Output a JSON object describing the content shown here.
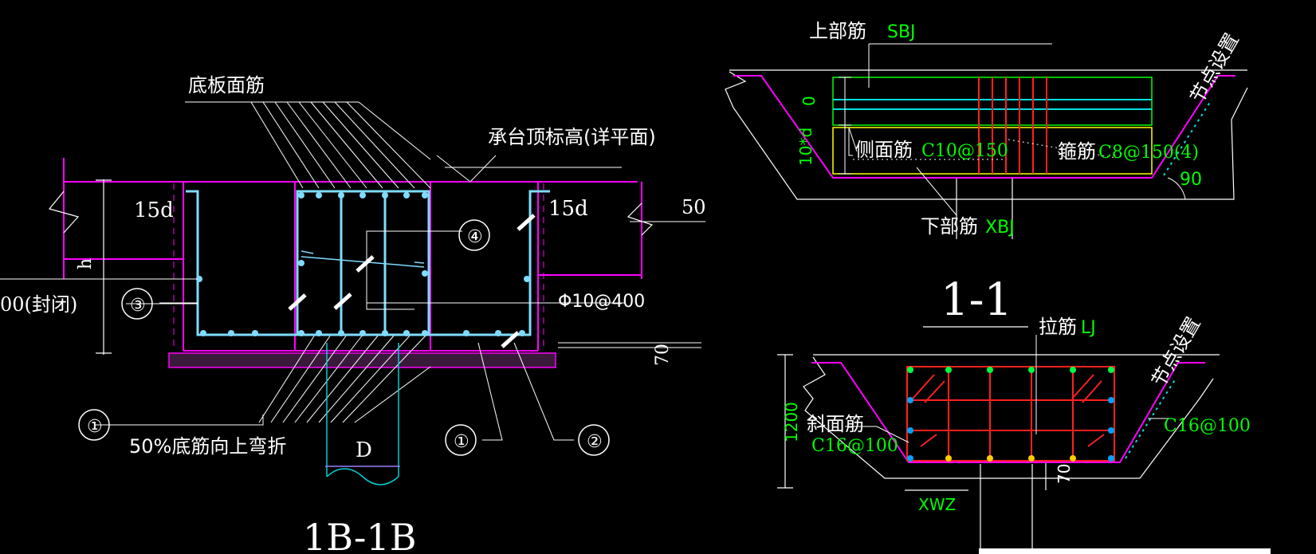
{
  "left_view": {
    "labels": {
      "bottom_plate_top_bar": "底板面筋",
      "cap_top_elevation": "承台顶标高(详平面)",
      "hook_left": "15d",
      "hook_right": "15d",
      "seal_note": "00(封闭)",
      "dim_50": "50",
      "tie_spec": "Φ10@400",
      "h_label": "h",
      "dim_70": "70",
      "bent_note": "50%底筋向上弯折",
      "pile_d": "D",
      "section_title": "1B-1B"
    },
    "callouts": [
      "④",
      "③",
      "①",
      "①",
      "②"
    ]
  },
  "right_top_view": {
    "labels": {
      "top_bar": "上部筋",
      "top_bar_code": "SBJ",
      "side_bar": "侧面筋",
      "side_bar_spec": "C10@150",
      "stirrup": "箍筋",
      "stirrup_spec": "C8@150(4)",
      "bottom_bar": "下部筋",
      "bottom_bar_code": "XBJ",
      "node_setting": "节点设置",
      "angle": "90",
      "dim_0": "0",
      "dim_10d": "10*d",
      "section_title": "1-1"
    }
  },
  "right_bottom_view": {
    "labels": {
      "tie_bar": "拉筋",
      "tie_bar_code": "LJ",
      "node_setting": "节点设置",
      "slope_bar": "斜面筋",
      "slope_spec_left": "C16@100",
      "slope_spec_right": "C16@100",
      "dim_1200": "1200",
      "dim_70": "70",
      "xwz": "XWZ"
    }
  },
  "colors": {
    "background": "#000000",
    "rebar": "#7fdcff",
    "outline": "#ff00ff",
    "text_green": "#00ff00",
    "stirrup_red": "#ff2020",
    "dots": "#00a0ff",
    "annotation_white": "#ffffff"
  }
}
